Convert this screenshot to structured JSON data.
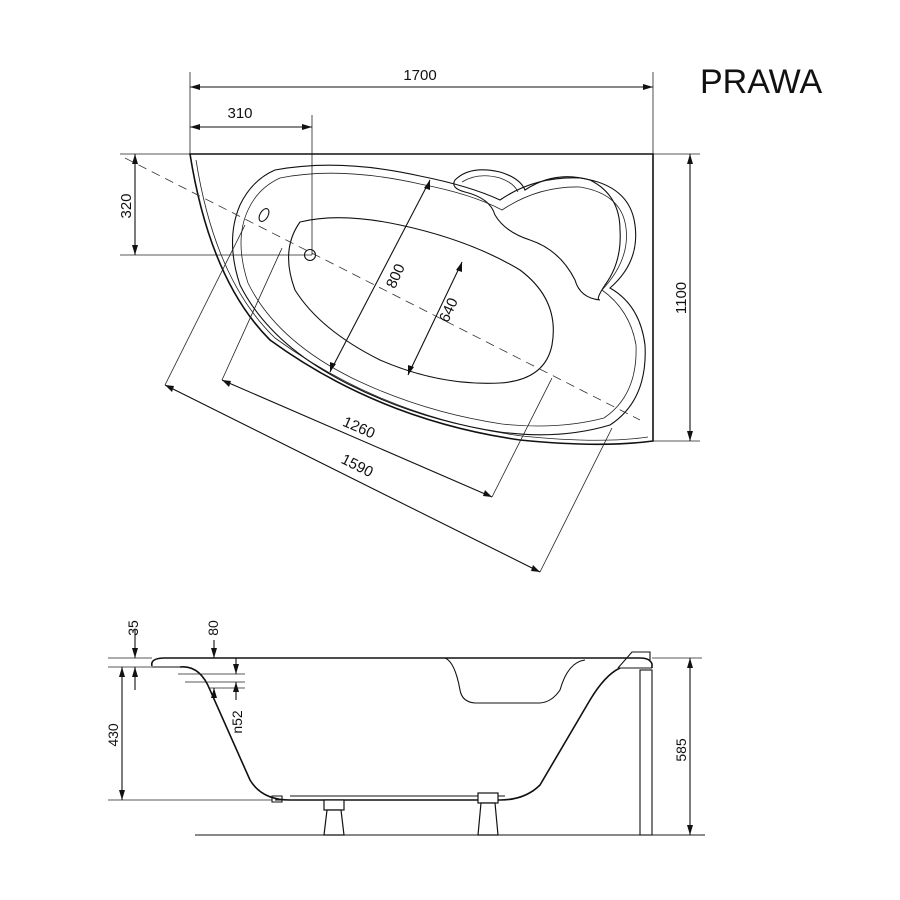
{
  "title": "PRAWA",
  "top_view": {
    "dims": {
      "total_length": "1700",
      "drain_offset": "310",
      "drain_depth_offset": "320",
      "total_width": "1100",
      "inner_width": "800",
      "bottom_width": "640",
      "bottom_length": "1260",
      "inner_length": "1590"
    }
  },
  "side_view": {
    "dims": {
      "rim_thickness": "35",
      "overflow_offset": "80",
      "overflow_size": "n52",
      "inner_depth": "430",
      "total_height": "585"
    }
  }
}
